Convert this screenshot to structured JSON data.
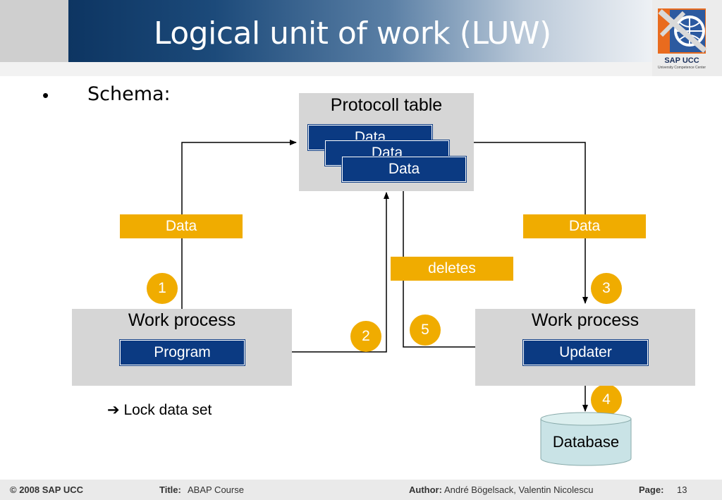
{
  "slide": {
    "title": "Logical unit of work (LUW)",
    "bullet": "•",
    "schema_label": "Schema:"
  },
  "logo": {
    "caption": "SAP UCC",
    "subcaption": "University Competence Center"
  },
  "diagram": {
    "protocol_table": {
      "title": "Protocoll table",
      "stack": [
        "Data",
        "Data",
        "Data"
      ]
    },
    "left_process": {
      "title": "Work process",
      "inner": "Program"
    },
    "right_process": {
      "title": "Work process",
      "inner": "Updater"
    },
    "left_data_label": "Data",
    "right_data_label": "Data",
    "deletes_label": "deletes",
    "steps": [
      "1",
      "2",
      "3",
      "4",
      "5"
    ],
    "lock_note": "Lock data set",
    "lock_arrow": "➔",
    "database": "Database"
  },
  "footer": {
    "copyright": "© 2008 SAP UCC",
    "title_key": "Title:",
    "title_value": "ABAP Course",
    "author_key": "Author:",
    "author_value": "André Bögelsack, Valentin Nicolescu",
    "page_key": "Page:",
    "page_value": "13"
  },
  "colors": {
    "navy": "#0b3a82",
    "gold": "#f0ac00",
    "grey": "#d6d6d6"
  }
}
